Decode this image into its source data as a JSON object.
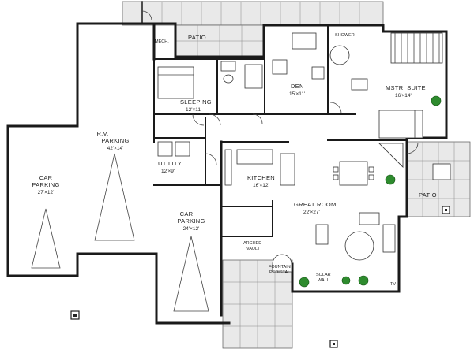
{
  "plan": {
    "rooms": [
      {
        "id": "mech",
        "name": "MECH.",
        "dims": ""
      },
      {
        "id": "patio-north",
        "name": "PATIO",
        "dims": ""
      },
      {
        "id": "shower",
        "name": "SHOWER",
        "dims": ""
      },
      {
        "id": "den",
        "name": "DEN",
        "dims": "15'×11'"
      },
      {
        "id": "master-suite",
        "name": "MSTR. SUITE",
        "dims": "16'×14'"
      },
      {
        "id": "sleeping",
        "name": "SLEEPING",
        "dims": "12'×11'"
      },
      {
        "id": "rv-parking",
        "name": "R.V. PARKING",
        "dims": "42'×14'"
      },
      {
        "id": "utility",
        "name": "UTILITY",
        "dims": "12'×9'"
      },
      {
        "id": "kitchen",
        "name": "KITCHEN",
        "dims": "16'×12'"
      },
      {
        "id": "great-room",
        "name": "GREAT ROOM",
        "dims": "22'×27'"
      },
      {
        "id": "car-parking-left",
        "name": "CAR PARKING",
        "dims": "27'×12'"
      },
      {
        "id": "car-parking-right",
        "name": "CAR PARKING",
        "dims": "24'×12'"
      },
      {
        "id": "patio-east",
        "name": "PATIO",
        "dims": ""
      }
    ],
    "notes": [
      {
        "id": "arched-vault",
        "text": "ARCHED VAULT"
      },
      {
        "id": "fountain-pedestal",
        "text": "FOUNTAIN PEDESTAL"
      },
      {
        "id": "solar-wall",
        "text": "SOLAR WALL"
      },
      {
        "id": "tv",
        "text": "TV"
      }
    ]
  }
}
